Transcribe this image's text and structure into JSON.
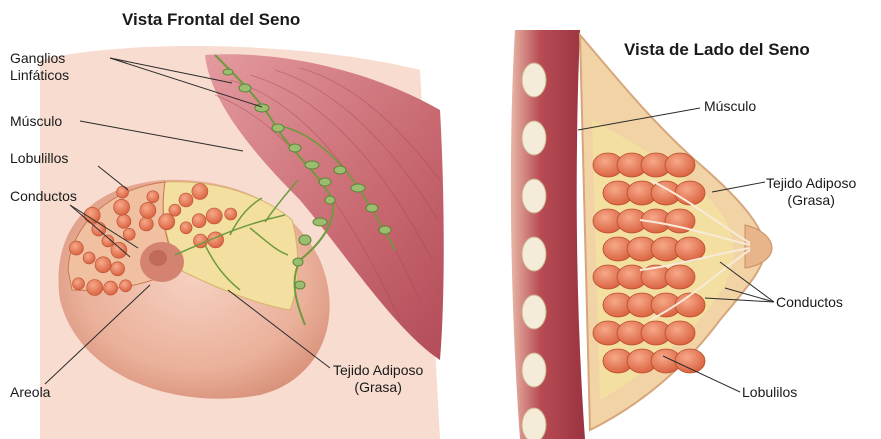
{
  "front_view": {
    "title": "Vista Frontal del Seno",
    "labels": {
      "lymph_nodes": [
        "Ganglios",
        "Linfáticos"
      ],
      "muscle": "Músculo",
      "lobules": "Lobulillos",
      "ducts": "Conductos",
      "areola": "Areola",
      "fat": [
        "Tejido Adiposo",
        "(Grasa)"
      ]
    }
  },
  "side_view": {
    "title": "Vista de Lado del Seno",
    "labels": {
      "muscle": "Músculo",
      "fat": [
        "Tejido Adiposo",
        "(Grasa)"
      ],
      "ducts": "Conductos",
      "lobules": "Lobulilos"
    }
  },
  "colors": {
    "skin": "#f2c3b0",
    "skin_shadow": "#d9957e",
    "muscle": "#c4505e",
    "fat": "#f3dfa0",
    "lobule": "#e4774f",
    "node": "#9bbd72",
    "leader": "#2a2a2a"
  }
}
